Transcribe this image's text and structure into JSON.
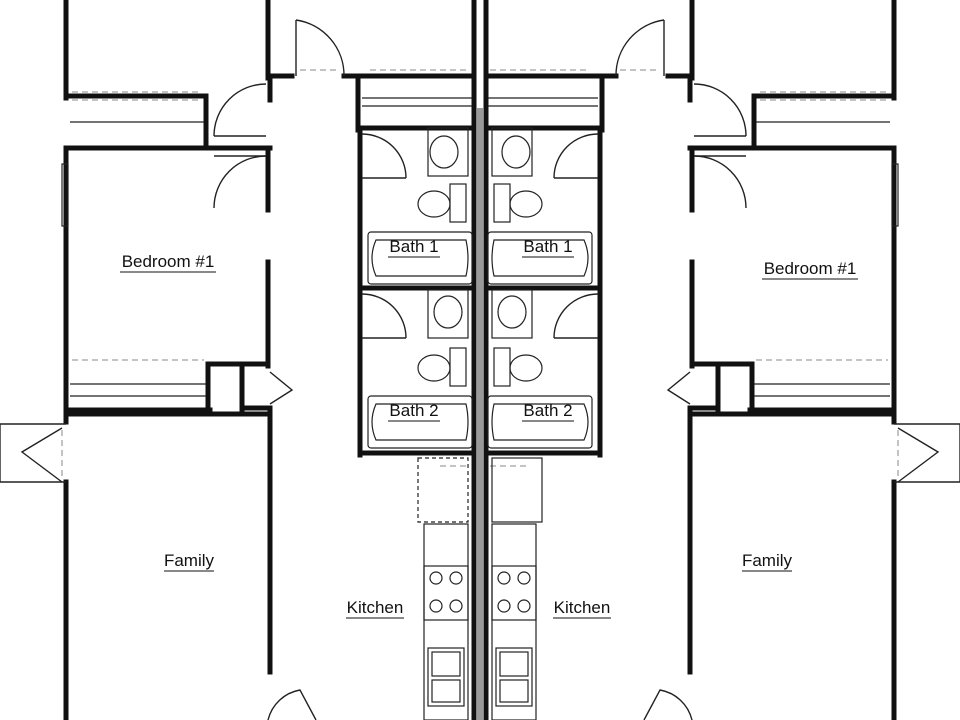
{
  "plan": {
    "colors": {
      "wall": "#111111",
      "thin": "#222222",
      "dash": "#8a8a8a",
      "background": "#ffffff"
    },
    "rooms": {
      "bedroom_left": "Bedroom #1",
      "bedroom_right": "Bedroom #1",
      "bath1_left": "Bath 1",
      "bath1_right": "Bath 1",
      "bath2_left": "Bath 2",
      "bath2_right": "Bath 2",
      "family_left": "Family",
      "family_right": "Family",
      "kitchen_left": "Kitchen",
      "kitchen_right": "Kitchen"
    }
  }
}
